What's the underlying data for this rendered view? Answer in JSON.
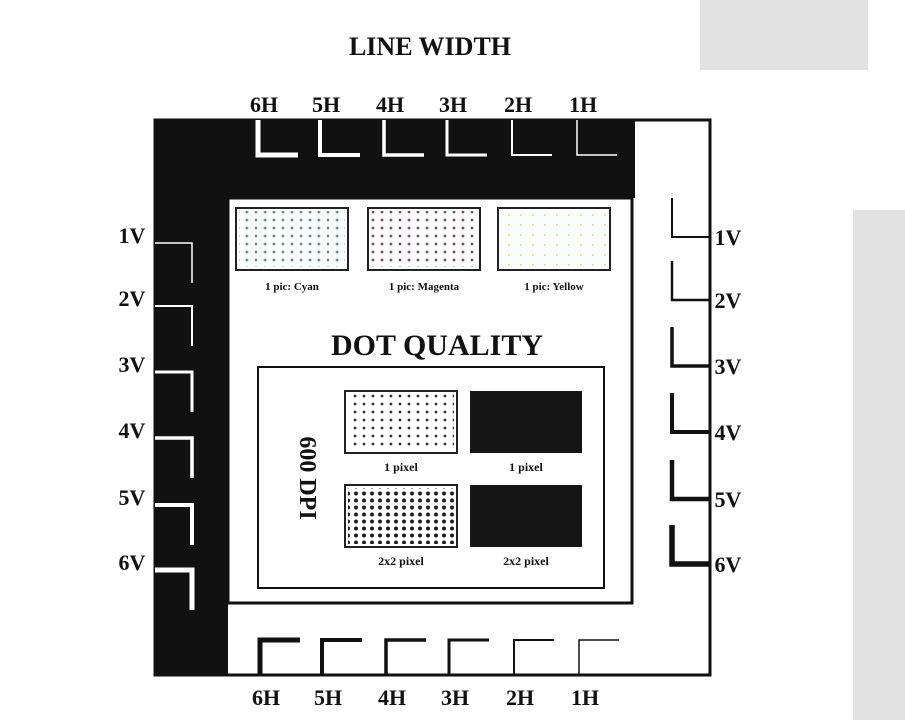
{
  "title": "LINE WIDTH",
  "horizontal_labels": [
    "6H",
    "5H",
    "4H",
    "3H",
    "2H",
    "1H"
  ],
  "vertical_labels": [
    "1V",
    "2V",
    "3V",
    "4V",
    "5V",
    "6V"
  ],
  "color_swatches": [
    {
      "label": "1 pic: Cyan",
      "color": "#5a8f96"
    },
    {
      "label": "1 pic: Magenta",
      "color": "#7a4a6a"
    },
    {
      "label": "1 pic: Yellow",
      "color": "#e6e2b0"
    }
  ],
  "dot_quality": {
    "title": "DOT QUALITY",
    "resolution": "600 DPI",
    "samples": [
      {
        "label": "1 pixel",
        "style": "dots"
      },
      {
        "label": "1 pixel",
        "style": "solid"
      },
      {
        "label": "2x2 pixel",
        "style": "dense-dots"
      },
      {
        "label": "2x2 pixel",
        "style": "solid"
      }
    ]
  }
}
